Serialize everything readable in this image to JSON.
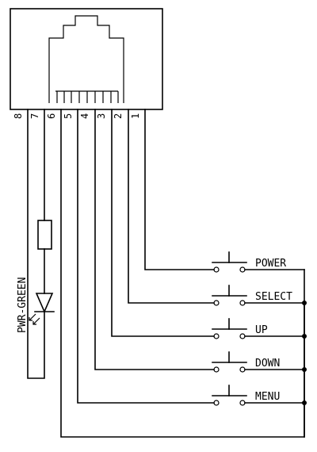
{
  "pins": [
    "8",
    "7",
    "6",
    "5",
    "4",
    "3",
    "2",
    "1"
  ],
  "led_label": "PWR-GREEN",
  "buttons": [
    "POWER",
    "SELECT",
    "UP",
    "DOWN",
    "MENU"
  ]
}
